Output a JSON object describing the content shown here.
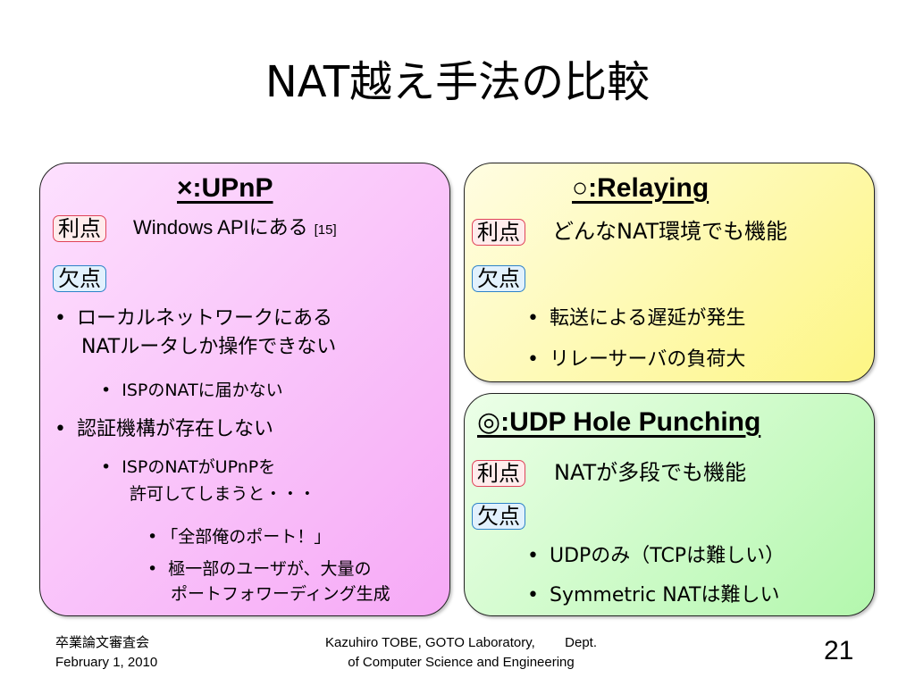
{
  "slide": {
    "title": "NAT越え手法の比較",
    "page_number": "21"
  },
  "upnp": {
    "heading": "×:UPnP",
    "adv_label": "利点",
    "adv_text": "Windows APIにある",
    "adv_ref": "[15]",
    "dis_label": "欠点",
    "bullet_1_line1": "ローカルネットワークにある",
    "bullet_1_line2": "NATルータしか操作できない",
    "sub_1": "ISPのNATに届かない",
    "bullet_2": "認証機構が存在しない",
    "sub_2_line1": "ISPのNATがUPnPを",
    "sub_2_line2": "許可してしまうと・・・",
    "sub_sub_1": "「全部俺のポート！」",
    "sub_sub_2_line1": "極一部のユーザが、大量の",
    "sub_sub_2_line2": "ポートフォワーディング生成"
  },
  "relaying": {
    "heading": "○:Relaying",
    "adv_label": "利点",
    "adv_text": "どんなNAT環境でも機能",
    "dis_label": "欠点",
    "bullet_1": "転送による遅延が発生",
    "bullet_2": "リレーサーバの負荷大"
  },
  "udp": {
    "heading": "◎:UDP Hole Punching",
    "adv_label": "利点",
    "adv_text": "NATが多段でも機能",
    "dis_label": "欠点",
    "bullet_1": "UDPのみ（TCPは難しい）",
    "bullet_2": "Symmetric NATは難しい"
  },
  "footer": {
    "event": "卒業論文審査会",
    "date": "February 1, 2010",
    "author_line1": "Kazuhiro TOBE, GOTO Laboratory,        Dept.",
    "author_line2": "of Computer Science and Engineering"
  },
  "bullet_symbol": "•",
  "colors": {
    "upnp_panel": "#f6a9f6",
    "relaying_panel": "#fdf684",
    "udp_panel": "#b3f7ad",
    "advantage_tag_border": "#e0435a",
    "disadvantage_tag_border": "#2d82c8"
  }
}
